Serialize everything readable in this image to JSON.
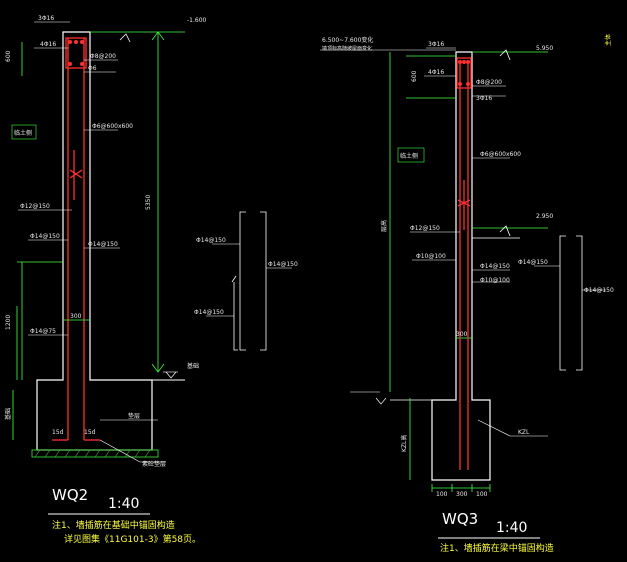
{
  "colors": {
    "background": "#000000",
    "wall": "#ffffff",
    "rebar": "#ff3030",
    "dims": "#40ff40",
    "text": "#ffffff",
    "notes": "#ffff40",
    "cyan": "#40ffff",
    "hatch": "#30c030"
  },
  "wq2": {
    "title": "WQ2",
    "scale": "1:40",
    "top_level": "-1.600",
    "ground_level": "基础",
    "top_bars": "3Φ16",
    "bar_4_16": "4Φ16",
    "stirrup_top": "Φ8@200",
    "small_bar": "Φ6",
    "soil_side": "临土侧",
    "tie_bar": "Φ6@600x600",
    "vertical_bar": "Φ12@150",
    "horiz_bar_left": "Φ14@150",
    "horiz_bar_right": "Φ14@150",
    "bar_75": "Φ14@75",
    "dim_600": "600",
    "dim_height": "5350",
    "dim_1200": "1200",
    "dim_300": "300",
    "dim_15d_left": "15d",
    "dim_15d_right": "15d",
    "found_depth": "基础",
    "cushion": "垫层",
    "gravel": "素砼垫层",
    "section_a": "Φ14@150",
    "section_b": "Φ14@150",
    "section_c": "Φ14@150",
    "note_line1": "注1、墙插筋在基础中锚固构造",
    "note_line2": "详见图集《11G101-3》第58页。"
  },
  "wq3": {
    "title": "WQ3",
    "scale": "1:40",
    "top_level": "5.950",
    "mid_level": "2.950",
    "ref_note_1": "6.500~7.600变化",
    "ref_note_2": "墙顶标高随坡屋面变化",
    "top_bars": "3Φ16",
    "bar_4_16": "4Φ16",
    "stirrup_top": "Φ8@200",
    "small_bar": "3Φ16",
    "soil_side": "临土侧",
    "tie_bar": "Φ6@600x600",
    "vertical_bar": "Φ12@150",
    "horiz_bar_left": "Φ10@100",
    "horiz_bar_right": "Φ14@150",
    "horiz_bar_right2": "Φ10@100",
    "dim_600": "600",
    "dim_height": "层高",
    "dim_300": "300",
    "kzl_label": "KZL",
    "kzl_height": "KZL高",
    "bottom_dims": [
      "100",
      "300",
      "100"
    ],
    "section_a": "Φ14@150",
    "section_b": "Φ14@150",
    "note_line1": "注1、墙插筋在梁中锚固构造"
  },
  "corner_mark": "主体"
}
